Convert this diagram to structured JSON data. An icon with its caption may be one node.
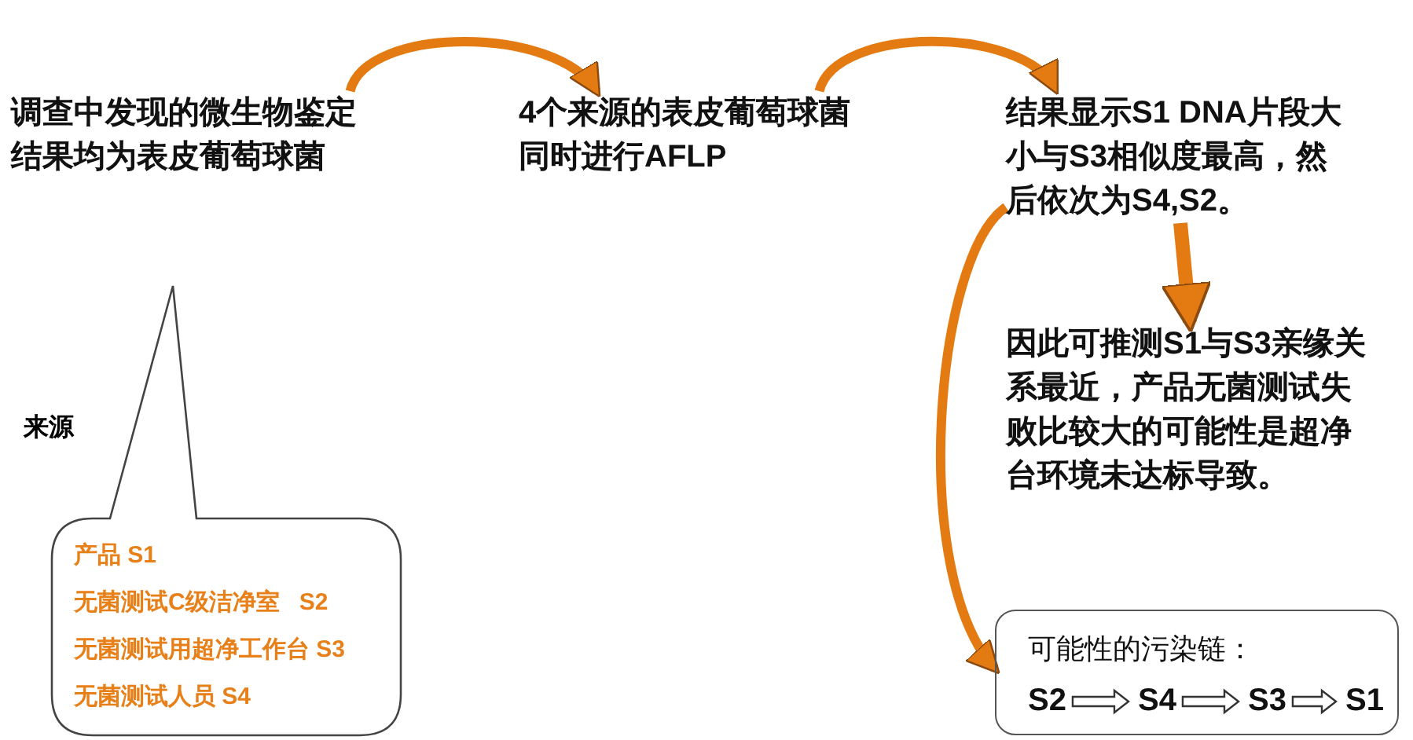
{
  "diagram": {
    "nodes": [
      {
        "text": [
          "调查中发现的微生物鉴定结果均为表皮葡萄球菌"
        ]
      },
      {
        "text": [
          "4个来源的表皮葡萄球菌同时进行AFLP"
        ]
      },
      {
        "text": [
          "结果显示S1 DNA片段大小与S3相似度最高，然后依次为S4,S2。"
        ]
      },
      {
        "text": [
          "因此可推测S1与S3亲缘关系最近，产品无菌测试失败比较大的可能性是超净台环境未达标导致。"
        ]
      },
      {
        "text": [
          "产品 S1",
          "无菌测试C级洁净室   S2",
          "无菌测试用超净工作台 S3",
          "无菌测试人员 S4"
        ]
      },
      {
        "text": [
          "可能性的污染链："
        ]
      },
      {
        "text": [
          "S2"
        ],
        "in": 5
      },
      {
        "text": [
          "S4"
        ],
        "in": 5
      },
      {
        "text": [
          "S3"
        ],
        "in": 5
      },
      {
        "text": [
          "S1"
        ],
        "in": 5
      }
    ],
    "edges": [
      {
        "from": 0,
        "to": 1,
        "arrow": "to"
      },
      {
        "from": 1,
        "to": 2,
        "arrow": "to"
      },
      {
        "from": 2,
        "to": 3,
        "arrow": "to"
      },
      {
        "from": 2,
        "to": 5,
        "arrow": "to"
      },
      {
        "from": 6,
        "to": 7,
        "arrow": "to",
        "color": "#333333"
      },
      {
        "from": 7,
        "to": 8,
        "arrow": "to",
        "color": "#333333"
      },
      {
        "from": 8,
        "to": 9,
        "arrow": "to",
        "color": "#333333"
      }
    ],
    "labels": [
      "来源"
    ]
  }
}
